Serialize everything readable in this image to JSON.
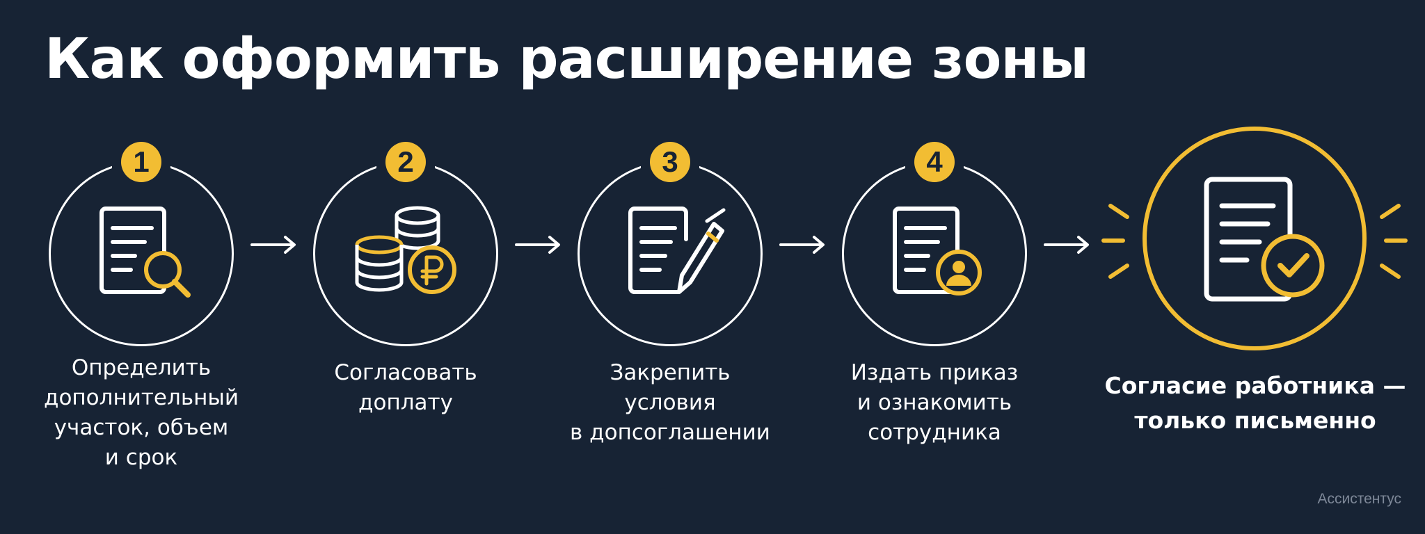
{
  "title": "Как оформить расширение зоны",
  "steps": [
    {
      "number": "1",
      "icon": "document-search-icon",
      "label_lines": [
        "Определить",
        "дополнительный",
        "участок, объем",
        "и срок"
      ]
    },
    {
      "number": "2",
      "icon": "coins-ruble-icon",
      "label_lines": [
        "Согласовать",
        "доплату"
      ]
    },
    {
      "number": "3",
      "icon": "document-pen-icon",
      "label_lines": [
        "Закрепить условия",
        "в допсоглашении"
      ]
    },
    {
      "number": "4",
      "icon": "document-person-icon",
      "label_lines": [
        "Издать приказ",
        "и ознакомить",
        "сотрудника"
      ]
    }
  ],
  "final_step": {
    "icon": "document-check-icon",
    "label_lines": [
      "Согласие работника —",
      "только письменно"
    ]
  },
  "watermark": "Ассистентус",
  "colors": {
    "background": "#172334",
    "accent": "#f2bd33",
    "foreground": "#ffffff"
  }
}
